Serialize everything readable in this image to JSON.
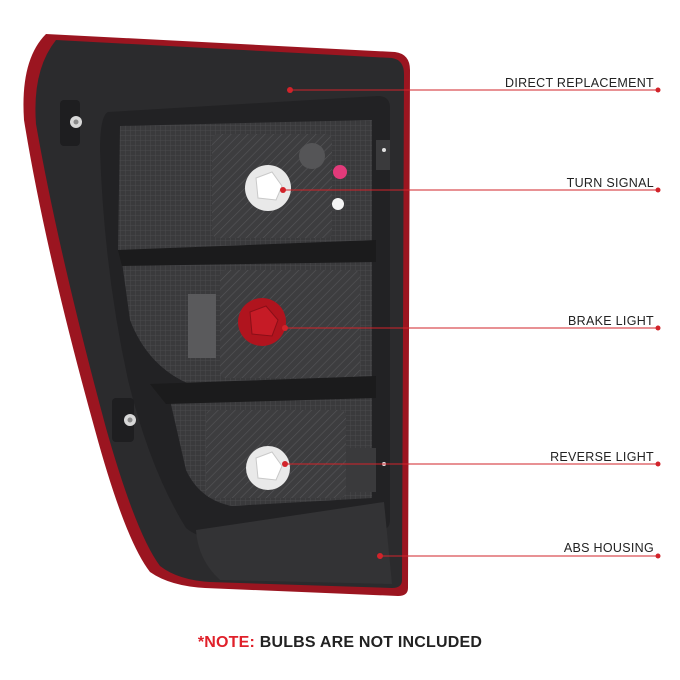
{
  "colors": {
    "accent": "#e0202a",
    "leader_line": "#d2232a",
    "housing_rim": "#9b1520",
    "housing_body": "#2b2b2d",
    "lens_smoke": "#4a4a4c",
    "bulb_white": "#f2f2f2",
    "bulb_red": "#b0141e",
    "text": "#222222"
  },
  "callouts": [
    {
      "id": "direct-replacement",
      "label": "DIRECT REPLACEMENT"
    },
    {
      "id": "turn-signal",
      "label": "TURN SIGNAL"
    },
    {
      "id": "brake-light",
      "label": "BRAKE LIGHT"
    },
    {
      "id": "reverse-light",
      "label": "REVERSE LIGHT"
    },
    {
      "id": "abs-housing",
      "label": "ABS HOUSING"
    }
  ],
  "note": {
    "prefix": "*NOTE:",
    "text": "BULBS ARE NOT INCLUDED"
  }
}
